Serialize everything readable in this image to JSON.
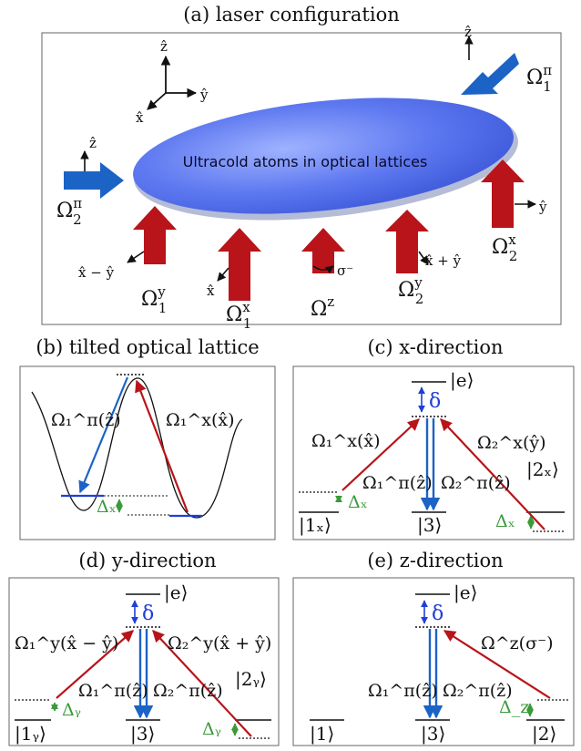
{
  "panels": {
    "a": {
      "caption": "(a) laser configuration",
      "ellipse_text": "Ultracold atoms in optical lattices",
      "axes": {
        "z": "ẑ",
        "y": "ŷ",
        "x": "x̂"
      },
      "beams": {
        "omega1_pi": "Ω",
        "omega1_pi_sup": "π",
        "omega1_pi_sub": "1",
        "omega2_pi": "Ω",
        "omega2_pi_sup": "π",
        "omega2_pi_sub": "2",
        "omega1_y": "Ω",
        "omega1_y_sup": "y",
        "omega1_y_sub": "1",
        "omega1_x": "Ω",
        "omega1_x_sup": "x",
        "omega1_x_sub": "1",
        "omega_z": "Ω",
        "omega_z_sup": "z",
        "omega2_y": "Ω",
        "omega2_y_sup": "y",
        "omega2_y_sub": "2",
        "omega2_x": "Ω",
        "omega2_x_sup": "x",
        "omega2_x_sub": "2"
      },
      "polarizations": {
        "x_minus_y": "x̂ − ŷ",
        "x": "x̂",
        "sigma_minus": "σ⁻",
        "x_plus_y": "x̂ + ŷ",
        "y": "ŷ",
        "z": "ẑ"
      }
    },
    "b": {
      "caption": "(b) tilted optical lattice",
      "left_label": "Ω₁^π(ẑ)",
      "right_label": "Ω₁^x(x̂)",
      "delta": "Δₓ"
    },
    "c": {
      "caption": "(c) x-direction",
      "e": "|e⟩",
      "delta": "δ",
      "omega_left": "Ω₁^x(x̂)",
      "omega_right": "Ω₂^x(ŷ)",
      "omega_pi1": "Ω₁^π(ẑ)",
      "omega_pi2": "Ω₂^π(ẑ)",
      "ket1": "|1ₓ⟩",
      "ket3": "|3⟩",
      "ket2": "|2ₓ⟩",
      "delta_left": "Δₓ",
      "delta_right": "Δₓ"
    },
    "d": {
      "caption": "(d) y-direction",
      "e": "|e⟩",
      "delta": "δ",
      "omega_left": "Ω₁^y(x̂ − ŷ)",
      "omega_right": "Ω₂^y(x̂ + ŷ)",
      "omega_pi1": "Ω₁^π(ẑ)",
      "omega_pi2": "Ω₂^π(ẑ)",
      "ket1": "|1ᵧ⟩",
      "ket3": "|3⟩",
      "ket2": "|2ᵧ⟩",
      "delta_left": "Δᵧ",
      "delta_right": "Δᵧ"
    },
    "e": {
      "caption": "(e) z-direction",
      "e": "|e⟩",
      "delta": "δ",
      "omega_right": "Ω^z(σ⁻)",
      "omega_pi1": "Ω₁^π(ẑ)",
      "omega_pi2": "Ω₂^π(ẑ)",
      "ket1": "|1⟩",
      "ket3": "|3⟩",
      "ket2": "|2⟩",
      "delta_right": "Δ_z"
    }
  },
  "colors": {
    "red": "#b8141a",
    "blue": "#1c63c6",
    "green": "#3a9a3a",
    "level_blue": "#1f3fd6"
  }
}
